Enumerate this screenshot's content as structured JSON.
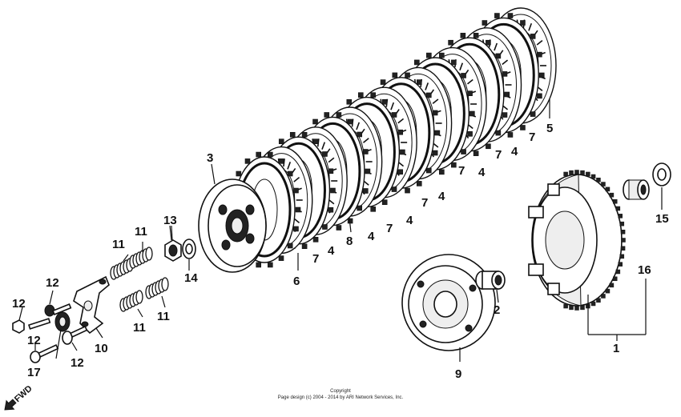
{
  "callouts": {
    "c1": "1",
    "c2": "2",
    "c3": "3",
    "c4": "4",
    "c5": "5",
    "c6": "6",
    "c7": "7",
    "c8": "8",
    "c9": "9",
    "c10": "10",
    "c11": "11",
    "c12": "12",
    "c13": "13",
    "c14": "14",
    "c15": "15",
    "c16": "16",
    "c17": "17"
  },
  "forward_label": "FWD",
  "copyright": {
    "line1": "Copyright",
    "line2": "Page design (c) 2004 - 2014 by ARI Network Services, Inc."
  }
}
